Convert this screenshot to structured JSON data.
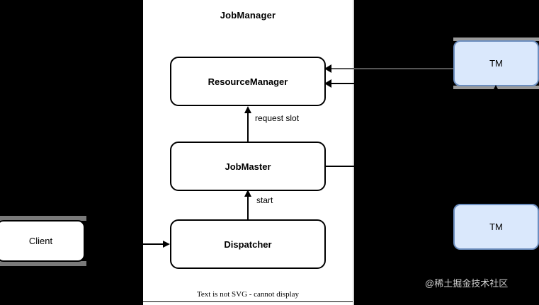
{
  "diagram": {
    "type": "architecture-diagram",
    "background_color": "#000000",
    "container": {
      "label": "JobManager",
      "footnote": "Text is not SVG - cannot display",
      "fill": "#ffffff"
    },
    "nodes": {
      "resource_manager": {
        "label": "ResourceManager",
        "fill": "#ffffff",
        "stroke": "#000000"
      },
      "job_master": {
        "label": "JobMaster",
        "fill": "#ffffff",
        "stroke": "#000000"
      },
      "dispatcher": {
        "label": "Dispatcher",
        "fill": "#ffffff",
        "stroke": "#000000"
      },
      "client": {
        "label": "Client",
        "fill": "#ffffff",
        "stroke": "#000000"
      },
      "task_manager_1": {
        "label": "TM",
        "fill": "#dae8fc",
        "stroke": "#6c8ebf"
      },
      "task_manager_2": {
        "label": "TM",
        "fill": "#dae8fc",
        "stroke": "#6c8ebf"
      }
    },
    "edges": [
      {
        "id": "jobmaster-to-resourcemanager",
        "label": "request slot",
        "from": "JobMaster",
        "to": "ResourceManager",
        "direction": "up"
      },
      {
        "id": "dispatcher-to-jobmaster",
        "label": "start",
        "from": "Dispatcher",
        "to": "JobMaster",
        "direction": "up"
      },
      {
        "id": "client-to-dispatcher",
        "label": "",
        "from": "Client",
        "to": "Dispatcher",
        "direction": "right"
      },
      {
        "id": "taskmanager-to-resourcemanager-1",
        "label": "",
        "from": "TM",
        "to": "ResourceManager",
        "direction": "left"
      },
      {
        "id": "taskmanager-to-resourcemanager-2",
        "label": "",
        "from": "TM",
        "to": "ResourceManager",
        "direction": "left"
      },
      {
        "id": "jobmaster-to-taskmanager",
        "label": "",
        "from": "JobMaster",
        "to": "TM",
        "direction": "right"
      }
    ],
    "watermark": "@稀土掘金技术社区"
  }
}
